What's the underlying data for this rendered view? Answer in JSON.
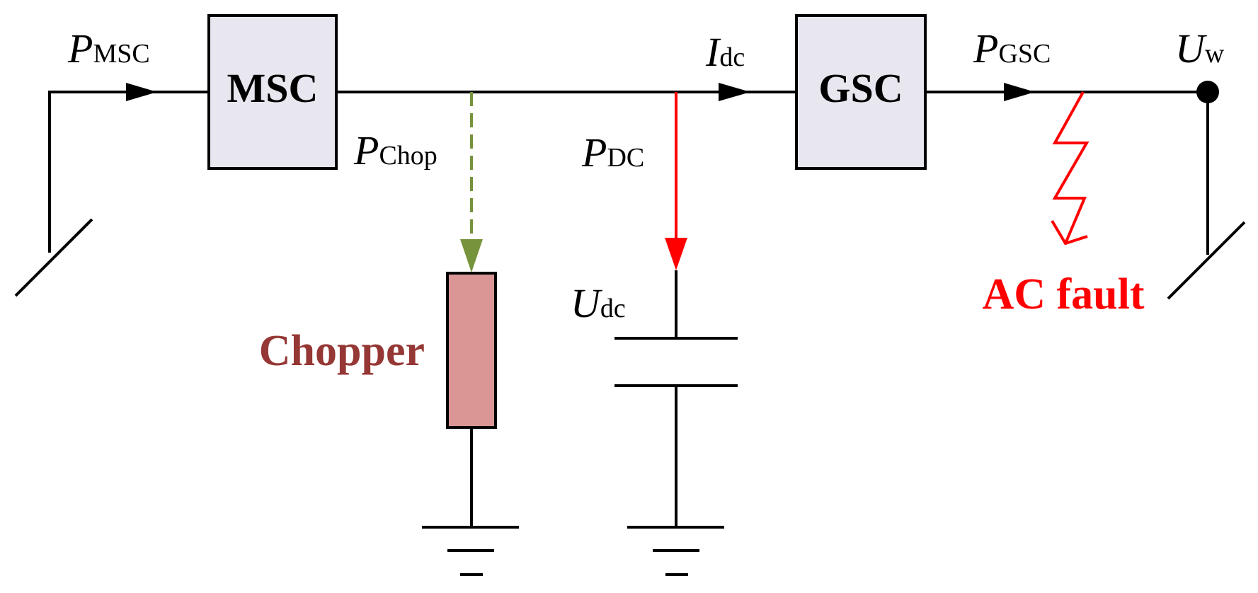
{
  "blocks": {
    "msc": "MSC",
    "gsc": "GSC"
  },
  "labels": {
    "p_msc": {
      "main": "P",
      "sub": "MSC"
    },
    "p_chop": {
      "main": "P",
      "sub": "Chop"
    },
    "p_dc": {
      "main": "P",
      "sub": "DC"
    },
    "i_dc": {
      "main": "I",
      "sub": "dc"
    },
    "p_gsc": {
      "main": "P",
      "sub": "GSC"
    },
    "u_w": {
      "main": "U",
      "sub": "w"
    },
    "u_dc": {
      "main": "U",
      "sub": "dc"
    }
  },
  "annotations": {
    "chopper": "Chopper",
    "ac_fault": "AC fault"
  },
  "colors": {
    "wire": "#000000",
    "block_fill": "#e8e6ee",
    "chopper_flow": "#77933c",
    "chopper_fill": "#d99694",
    "chopper_text": "#953734",
    "dc_flow": "#ff0000",
    "fault": "#ff0000"
  }
}
